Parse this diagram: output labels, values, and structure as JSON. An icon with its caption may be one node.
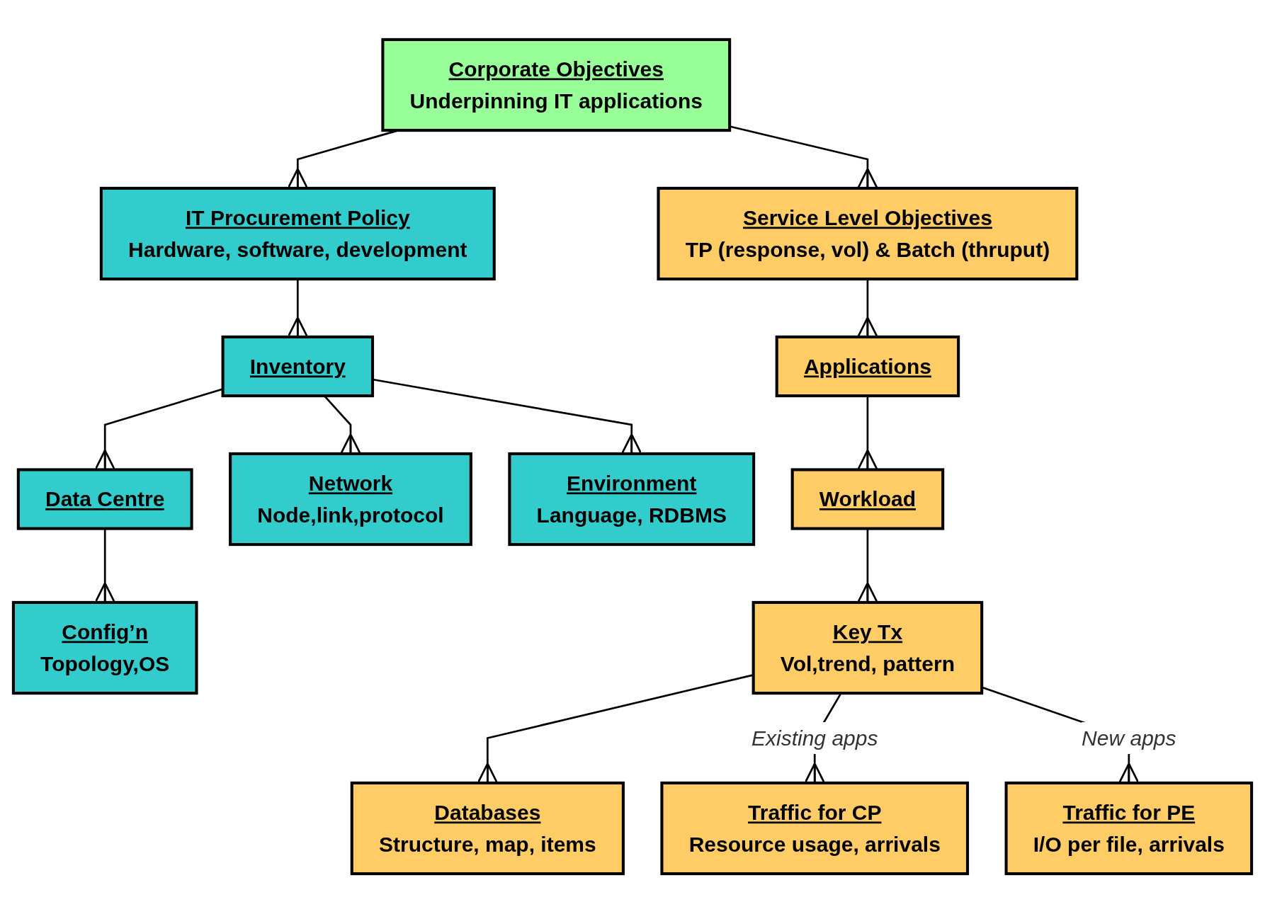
{
  "diagram": {
    "nodes": [
      {
        "text": [
          "Corporate Objectives",
          "Underpinning IT applications"
        ]
      },
      {
        "text": [
          "IT Procurement Policy",
          "Hardware, software, development"
        ]
      },
      {
        "text": [
          "Service Level Objectives",
          "TP (response, vol) & Batch (thruput)"
        ]
      },
      {
        "text": [
          "Inventory"
        ]
      },
      {
        "text": [
          "Applications"
        ]
      },
      {
        "text": [
          "Data Centre"
        ]
      },
      {
        "text": [
          "Workload"
        ]
      },
      {
        "text": [
          "Config’n",
          "Topology,OS"
        ]
      },
      {
        "text": [
          "Network",
          "Node,link,protocol"
        ]
      },
      {
        "text": [
          "Environment",
          "Language, RDBMS"
        ]
      },
      {
        "text": [
          "Key Tx",
          "Vol,trend, pattern"
        ]
      },
      {
        "text": [
          "Databases",
          "Structure, map, items"
        ]
      },
      {
        "text": [
          "Traffic for CP",
          "Resource usage, arrivals"
        ]
      },
      {
        "text": [
          "Traffic for PE",
          "I/O per file, arrivals"
        ]
      }
    ],
    "edges": [
      {
        "from": 0,
        "to": 1,
        "arrow": "other"
      },
      {
        "from": 0,
        "to": 2,
        "arrow": "other"
      },
      {
        "from": 1,
        "to": 3,
        "arrow": "other"
      },
      {
        "from": 2,
        "to": 4,
        "arrow": "other"
      },
      {
        "from": 3,
        "to": 5,
        "arrow": "other"
      },
      {
        "from": 4,
        "to": 6,
        "arrow": "other"
      },
      {
        "from": 5,
        "to": 7,
        "arrow": "other"
      },
      {
        "from": 3,
        "to": 8,
        "arrow": "other"
      },
      {
        "from": 3,
        "to": 9,
        "arrow": "other"
      },
      {
        "from": 6,
        "to": 10,
        "arrow": "other"
      },
      {
        "from": 10,
        "to": 11,
        "arrow": "other"
      },
      {
        "from": 10,
        "to": 12,
        "arrow": "other",
        "label": "Existing apps"
      },
      {
        "from": 10,
        "to": 13,
        "arrow": "other",
        "label": "New apps"
      }
    ]
  }
}
